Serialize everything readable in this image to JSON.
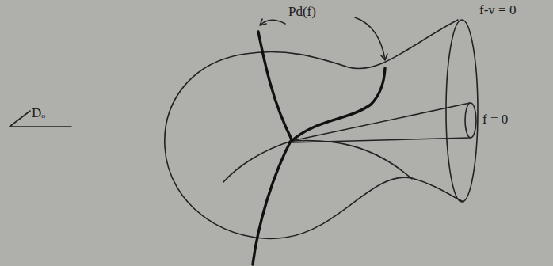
{
  "diagram": {
    "labels": [
      "Dₒ",
      "Pd(f)",
      "f-v = 0",
      "f = 0"
    ]
  }
}
